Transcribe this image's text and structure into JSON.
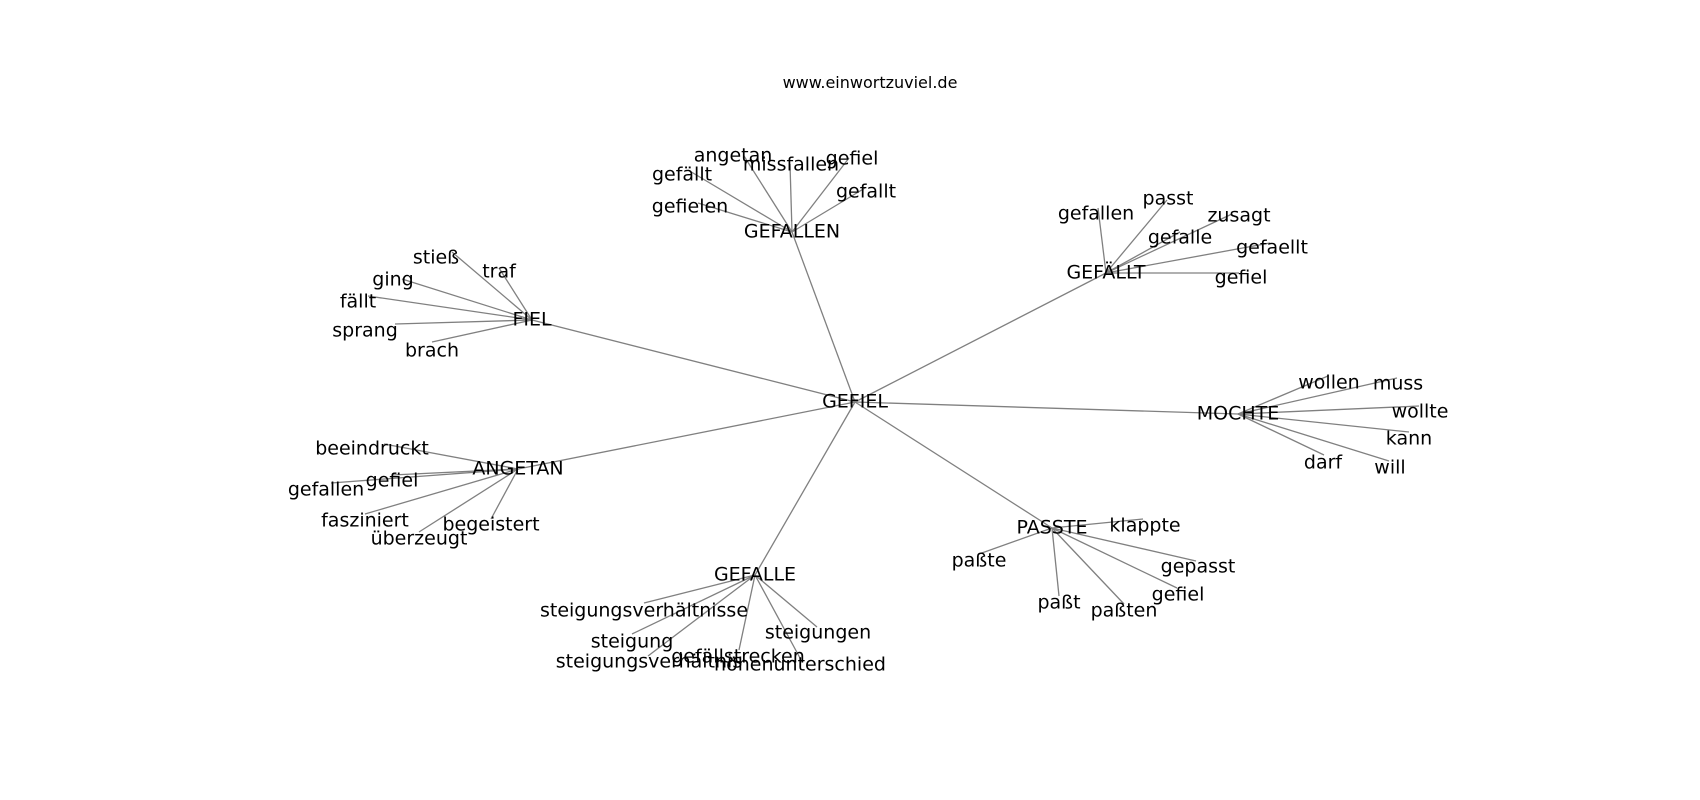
{
  "title": "www.einwortzuviel.de",
  "colors": {
    "edge": "#808080",
    "text": "#000000",
    "background": "#ffffff"
  },
  "graph": {
    "center": "GEFIEL",
    "clusters": [
      {
        "hub": "GEFALLEN",
        "leaves": [
          "angetan",
          "missfallen",
          "gefiel",
          "gefällt",
          "gefallt",
          "gefielen"
        ]
      },
      {
        "hub": "GEFÄLLT",
        "leaves": [
          "gefallen",
          "passt",
          "zusagt",
          "gefalle",
          "gefaellt",
          "gefiel"
        ]
      },
      {
        "hub": "FIEL",
        "leaves": [
          "stieß",
          "traf",
          "ging",
          "fällt",
          "sprang",
          "brach"
        ]
      },
      {
        "hub": "MOCHTE",
        "leaves": [
          "wollen",
          "muss",
          "wollte",
          "kann",
          "darf",
          "will"
        ]
      },
      {
        "hub": "ANGETAN",
        "leaves": [
          "beeindruckt",
          "gefiel",
          "gefallen",
          "fasziniert",
          "begeistert",
          "überzeugt"
        ]
      },
      {
        "hub": "PASSTE",
        "leaves": [
          "klappte",
          "paßte",
          "gepasst",
          "gefiel",
          "paßt",
          "paßten"
        ]
      },
      {
        "hub": "GEFALLE",
        "leaves": [
          "steigungsverhältnisse",
          "steigung",
          "steigungen",
          "steigungsverhältnis",
          "gefällstrecken",
          "höhenunterschied"
        ]
      }
    ]
  }
}
